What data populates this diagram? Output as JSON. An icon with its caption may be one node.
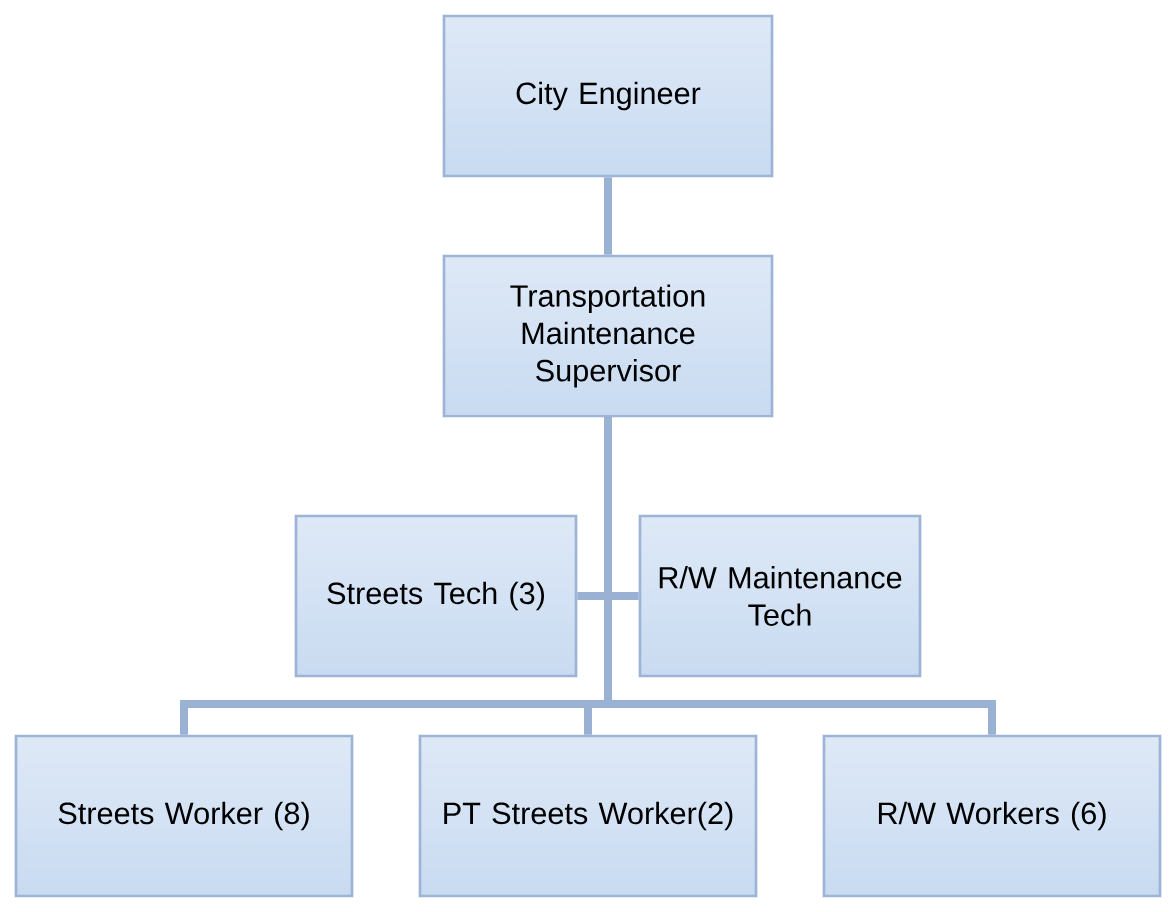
{
  "diagram": {
    "nodes": [
      {
        "text": [
          "City Engineer"
        ]
      },
      {
        "text": [
          "Transportation Maintenance Supervisor"
        ]
      },
      {
        "text": [
          "Streets Tech (3)"
        ]
      },
      {
        "text": [
          "R/W Maintenance Tech"
        ]
      },
      {
        "text": [
          "Streets Worker (8)"
        ]
      },
      {
        "text": [
          "PT Streets Worker(2)"
        ]
      },
      {
        "text": [
          "R/W Workers (6)"
        ]
      }
    ],
    "edges": [
      {
        "from": 0,
        "to": 1,
        "arrow": "none"
      },
      {
        "from": 1,
        "to": 2,
        "arrow": "none"
      },
      {
        "from": 1,
        "to": 3,
        "arrow": "none"
      },
      {
        "from": 1,
        "to": 4,
        "arrow": "none"
      },
      {
        "from": 1,
        "to": 5,
        "arrow": "none"
      },
      {
        "from": 1,
        "to": 6,
        "arrow": "none"
      }
    ]
  }
}
